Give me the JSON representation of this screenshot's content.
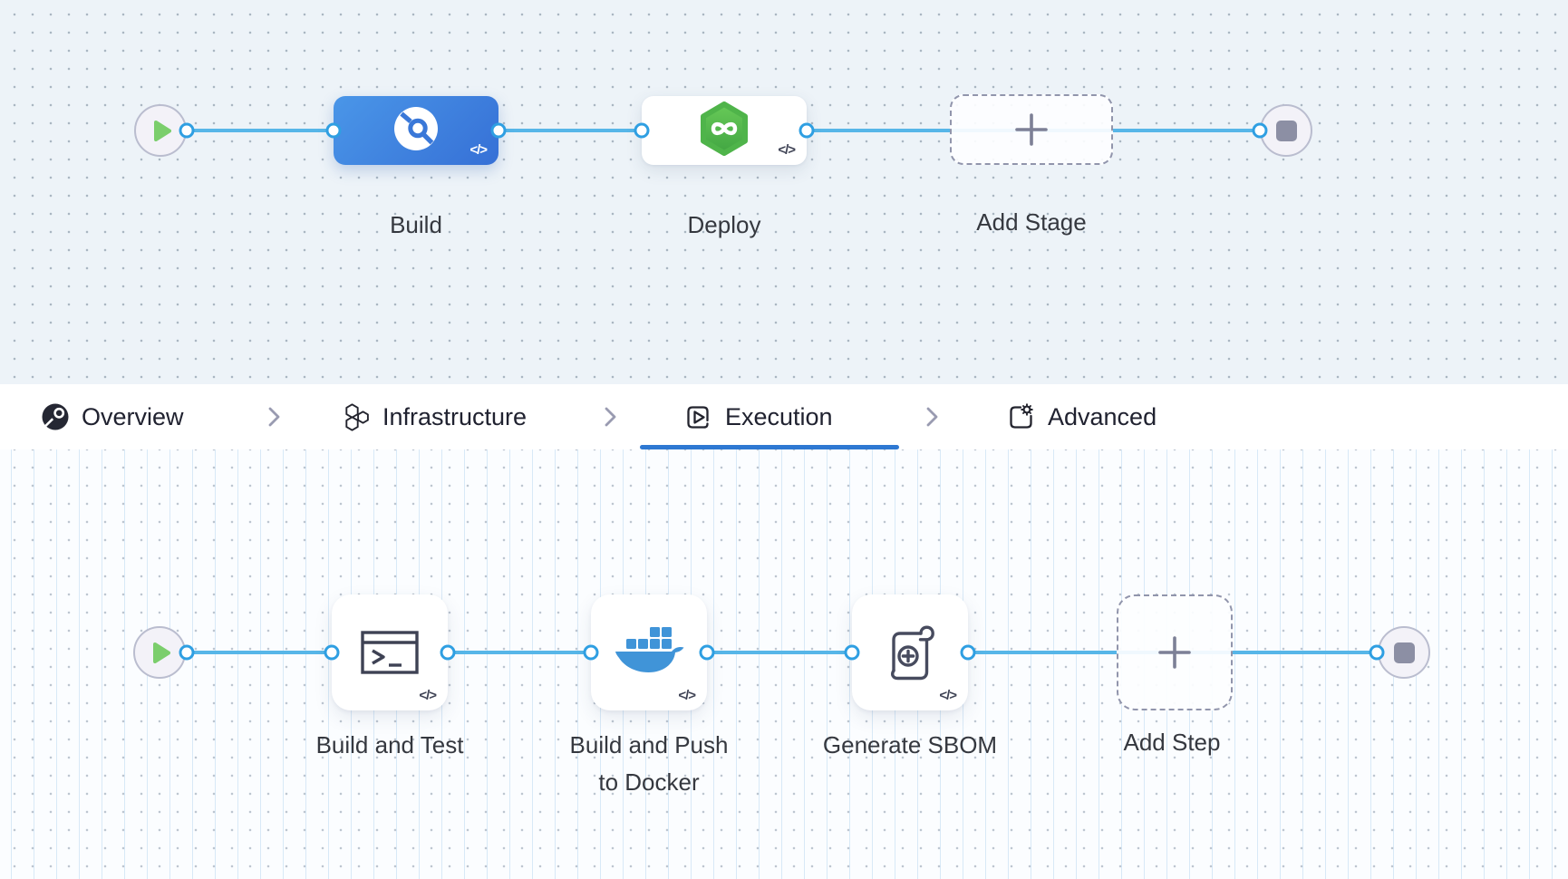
{
  "colors": {
    "connector_blue": "#57b6e8",
    "connector_ring_blue": "#2f9fe2",
    "accent_blue": "#2e78d2",
    "stage_build_gradient": [
      "#4a96e8",
      "#3670d6"
    ],
    "deploy_hex_green": [
      "#68ca58",
      "#41a542"
    ],
    "docker_blue": "#4094d8",
    "play_green": "#7bce6c",
    "canvas_top_bg": "#edf3f8",
    "canvas_bottom_bg": "#fbfdff"
  },
  "stage_flow": {
    "start_icon": "play-icon",
    "end_icon": "stop-icon",
    "stages": [
      {
        "label": "Build",
        "icon": "harness-ci-icon",
        "badge": "</>"
      },
      {
        "label": "Deploy",
        "icon": "harness-cd-hexagon-icon",
        "badge": "</>"
      },
      {
        "label": "Add Stage",
        "icon": "plus-icon"
      }
    ]
  },
  "tabs": [
    {
      "label": "Overview",
      "icon": "overview-circle-icon",
      "active": false
    },
    {
      "label": "Infrastructure",
      "icon": "hexagons-icon",
      "active": false
    },
    {
      "label": "Execution",
      "icon": "play-square-icon",
      "active": true
    },
    {
      "label": "Advanced",
      "icon": "square-gear-icon",
      "active": false
    }
  ],
  "step_flow": {
    "start_icon": "play-icon",
    "end_icon": "stop-icon",
    "steps": [
      {
        "label_lines": [
          "Build and Test"
        ],
        "icon": "terminal-icon",
        "badge": "</>"
      },
      {
        "label_lines": [
          "Build and Push",
          "to Docker"
        ],
        "icon": "docker-whale-icon",
        "badge": "</>"
      },
      {
        "label_lines": [
          "Generate SBOM"
        ],
        "icon": "sbom-scroll-icon",
        "badge": "</>"
      },
      {
        "label_lines": [
          "Add Step"
        ],
        "icon": "plus-icon"
      }
    ]
  }
}
